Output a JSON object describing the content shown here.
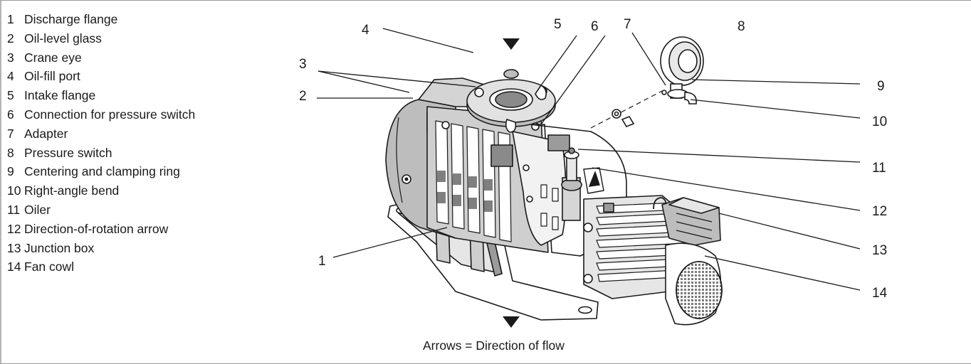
{
  "legend": [
    {
      "num": "1",
      "label": "Discharge flange"
    },
    {
      "num": "2",
      "label": "Oil-level glass"
    },
    {
      "num": "3",
      "label": "Crane eye"
    },
    {
      "num": "4",
      "label": "Oil-fill port"
    },
    {
      "num": "5",
      "label": "Intake flange"
    },
    {
      "num": "6",
      "label": "Connection for pressure switch"
    },
    {
      "num": "7",
      "label": "Adapter"
    },
    {
      "num": "8",
      "label": "Pressure switch"
    },
    {
      "num": "9",
      "label": "Centering and clamping ring"
    },
    {
      "num": "10",
      "label": "Right-angle bend"
    },
    {
      "num": "11",
      "label": "Oiler"
    },
    {
      "num": "12",
      "label": "Direction-of-rotation arrow"
    },
    {
      "num": "13",
      "label": "Junction box"
    },
    {
      "num": "14",
      "label": "Fan cowl"
    }
  ],
  "caption": "Arrows = Direction of flow",
  "colors": {
    "ink": "#1a1a1a",
    "pump_grey": "#bdbdbd",
    "shade": "#8a8a8a",
    "frame": "#9a9a9a"
  }
}
